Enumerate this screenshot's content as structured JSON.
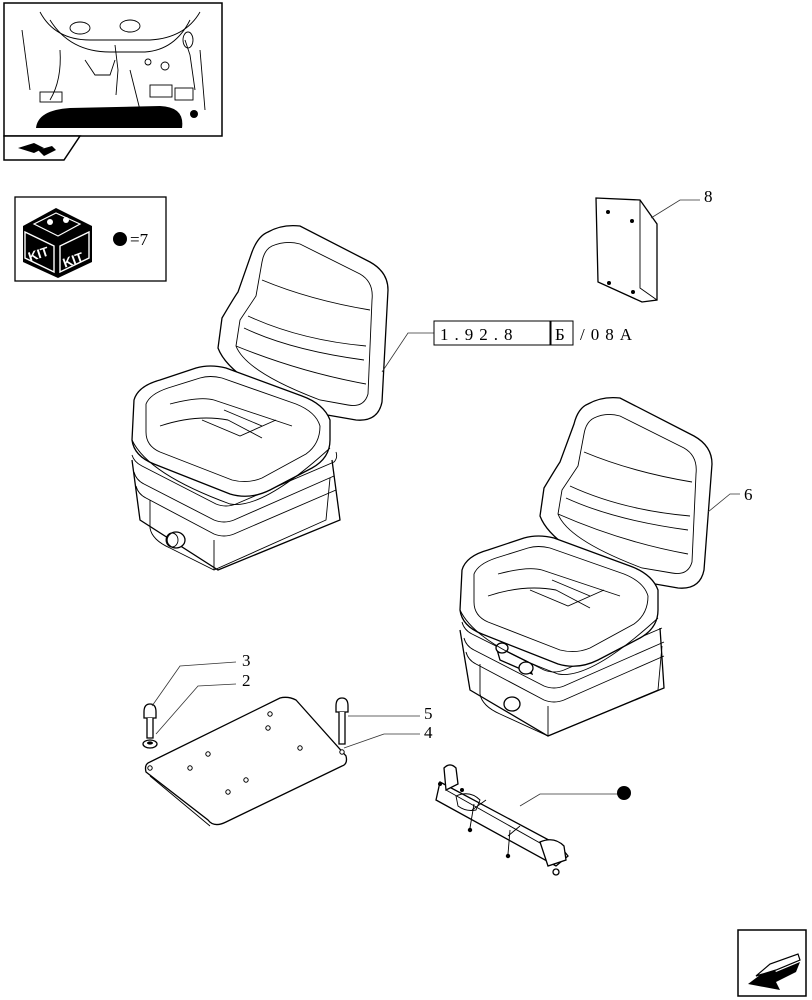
{
  "kit": {
    "badge_left": "KIT",
    "badge_right": "KIT",
    "equation": "=7"
  },
  "reference": {
    "code": "1.92.8",
    "variant_box": "Б",
    "suffix": "/08A"
  },
  "callouts": {
    "c8": "8",
    "c6": "6",
    "c3": "3",
    "c2": "2",
    "c5": "5",
    "c4": "4"
  },
  "colors": {
    "ink": "#000000",
    "paper": "#ffffff"
  },
  "icons": {
    "kit_icon": "kit-box-icon",
    "bullet": "filled-dot-icon",
    "nav_top": "book-arrow-icon",
    "nav_bottom": "back-arrow-icon"
  }
}
